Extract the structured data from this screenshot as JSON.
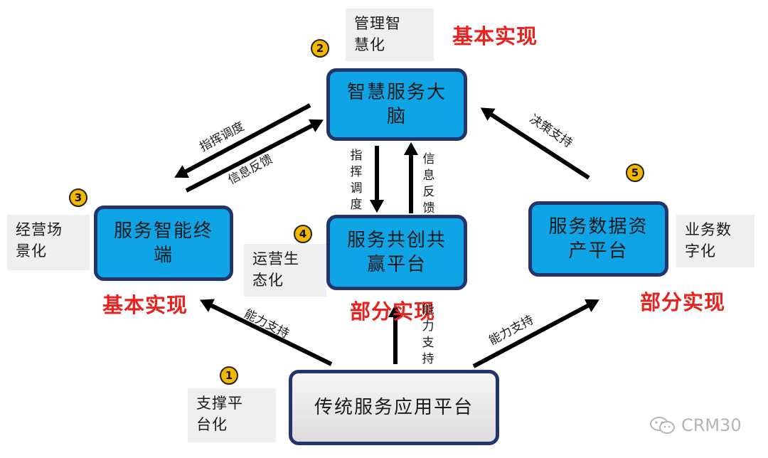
{
  "nodes": {
    "brain": "智慧服务大\n脑",
    "terminal": "服务智能终\n端",
    "cocreate": "服务共创共\n赢平台",
    "dataasset": "服务数据资\n产平台",
    "traditional": "传统服务应用平台"
  },
  "tags": {
    "brain": "管理智\n慧化",
    "terminal": "经营场\n景化",
    "cocreate": "运营生\n态化",
    "dataasset": "业务数\n字化",
    "traditional": "支撑平\n台化"
  },
  "status": {
    "brain": "基本实现",
    "terminal": "基本实现",
    "cocreate": "部分实现",
    "dataasset": "部分实现"
  },
  "numbers": {
    "n1": "1",
    "n2": "2",
    "n3": "3",
    "n4": "4",
    "n5": "5"
  },
  "edge_labels": {
    "dispatch_left": "指挥调度",
    "feedback_left": "信息反馈",
    "dispatch_center": "指挥调度",
    "feedback_center": "信息反馈",
    "decision_support": "决策支持",
    "capability_left": "能力支持",
    "capability_center": "能力支持",
    "capability_right": "能力支持"
  },
  "watermark": "CRM30",
  "colors": {
    "box_fill": "#0ea4e6",
    "box_border": "#22356b",
    "base_fill": "#e6e6e6",
    "status_red": "#e8231f",
    "badge_gold": "#f2b800",
    "arrow": "#000000"
  }
}
